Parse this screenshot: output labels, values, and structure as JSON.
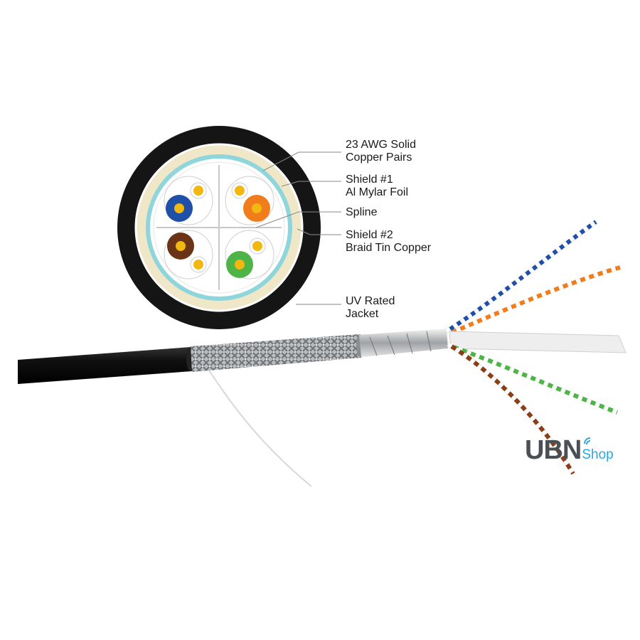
{
  "labels": [
    {
      "id": "copper-pairs",
      "line1": "23 AWG Solid",
      "line2": "Copper Pairs"
    },
    {
      "id": "shield-1",
      "line1": "Shield #1",
      "line2": "Al Mylar Foil"
    },
    {
      "id": "spline",
      "line1": "Spline",
      "line2": ""
    },
    {
      "id": "shield-2",
      "line1": "Shield #2",
      "line2": "Braid Tin Copper"
    },
    {
      "id": "jacket",
      "line1": "UV Rated",
      "line2": "Jacket"
    }
  ],
  "logo": {
    "brand": "UBN",
    "suffix": "Shop"
  },
  "colors": {
    "jacket": "#151515",
    "foil": "#8fd6dc",
    "blue": "#1f4fa6",
    "orange": "#f07c1c",
    "brown": "#6b3316",
    "green": "#4fb447",
    "logo_gray": "#4a4f55",
    "logo_blue": "#2aa8e0"
  }
}
